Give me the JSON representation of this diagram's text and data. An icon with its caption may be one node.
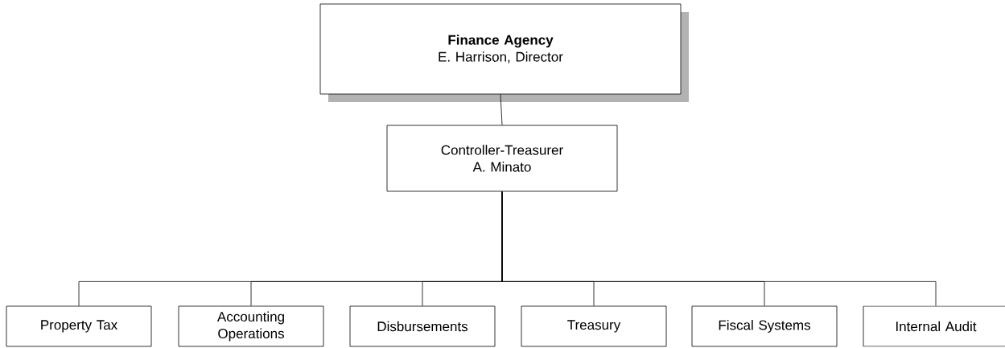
{
  "diagram": {
    "nodes": [
      {
        "text": [
          "Finance Agency",
          "E. Harrison, Director"
        ]
      },
      {
        "text": [
          "Controller-Treasurer",
          "A. Minato"
        ]
      },
      {
        "text": [
          "Property Tax"
        ]
      },
      {
        "text": [
          "Accounting Operations"
        ]
      },
      {
        "text": [
          "Disbursements"
        ]
      },
      {
        "text": [
          "Treasury"
        ]
      },
      {
        "text": [
          "Fiscal Systems"
        ]
      },
      {
        "text": [
          "Internal Audit"
        ]
      }
    ],
    "edges": [
      {
        "from": 0,
        "to": 1,
        "arrow": "none"
      },
      {
        "from": 1,
        "to": 2,
        "arrow": "none"
      },
      {
        "from": 1,
        "to": 3,
        "arrow": "none"
      },
      {
        "from": 1,
        "to": 4,
        "arrow": "none"
      },
      {
        "from": 1,
        "to": 5,
        "arrow": "none"
      },
      {
        "from": 1,
        "to": 6,
        "arrow": "none"
      },
      {
        "from": 1,
        "to": 7,
        "arrow": "none"
      }
    ]
  }
}
